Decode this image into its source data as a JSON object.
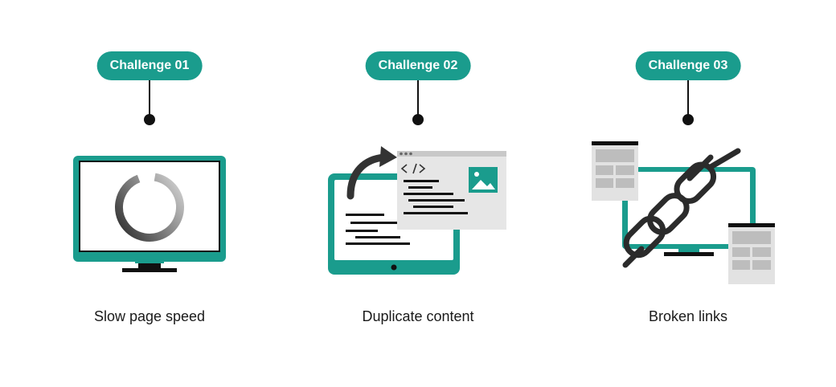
{
  "colors": {
    "accent": "#1a9c8d",
    "ink": "#111111",
    "panel": "#e6e6e6"
  },
  "challenges": [
    {
      "badge": "Challenge 01",
      "caption": "Slow page speed",
      "icon": "monitor-loading-spinner-icon"
    },
    {
      "badge": "Challenge 02",
      "caption": "Duplicate content",
      "icon": "duplicate-content-icon"
    },
    {
      "badge": "Challenge 03",
      "caption": "Broken links",
      "icon": "broken-link-icon"
    }
  ]
}
